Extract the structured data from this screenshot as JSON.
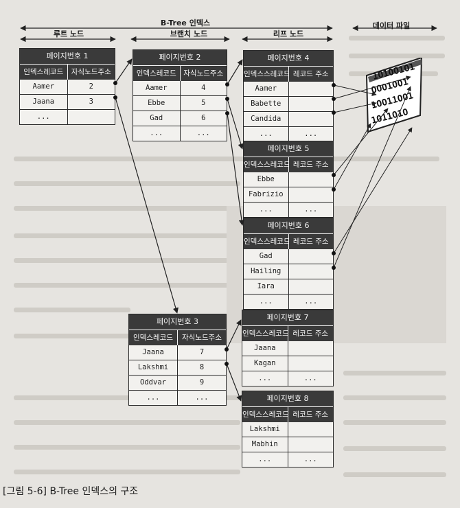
{
  "ranges": {
    "btree_index": "B-Tree 인덱스",
    "root_node": "루트 노드",
    "branch_node": "브랜치 노드",
    "leaf_node": "리프 노드",
    "data_file": "데이터 파일"
  },
  "root": {
    "title": "페이지번호 1",
    "col_key": "인덱스레코드",
    "col_ptr": "자식노드주소",
    "rows": [
      {
        "key": "Aamer",
        "ptr": "2"
      },
      {
        "key": "Jaana",
        "ptr": "3"
      },
      {
        "key": "...",
        "ptr": ""
      }
    ]
  },
  "branch2": {
    "title": "페이지번호 2",
    "col_key": "인덱스레코드",
    "col_ptr": "자식노드주소",
    "rows": [
      {
        "key": "Aamer",
        "ptr": "4"
      },
      {
        "key": "Ebbe",
        "ptr": "5"
      },
      {
        "key": "Gad",
        "ptr": "6"
      },
      {
        "key": "...",
        "ptr": "..."
      }
    ]
  },
  "branch3": {
    "title": "페이지번호 3",
    "col_key": "인덱스레코드",
    "col_ptr": "자식노드주소",
    "rows": [
      {
        "key": "Jaana",
        "ptr": "7"
      },
      {
        "key": "Lakshmi",
        "ptr": "8"
      },
      {
        "key": "Oddvar",
        "ptr": "9"
      },
      {
        "key": "...",
        "ptr": "..."
      }
    ]
  },
  "leaf4": {
    "title": "페이지번호 4",
    "col_key": "인덱스스레코드",
    "col_ptr": "레코드 주소",
    "rows": [
      {
        "key": "Aamer",
        "ptr": ""
      },
      {
        "key": "Babette",
        "ptr": ""
      },
      {
        "key": "Candida",
        "ptr": ""
      },
      {
        "key": "...",
        "ptr": "..."
      }
    ]
  },
  "leaf5": {
    "title": "페이지번호 5",
    "col_key": "인덱스스레코드",
    "col_ptr": "레코드 주소",
    "rows": [
      {
        "key": "Ebbe",
        "ptr": ""
      },
      {
        "key": "Fabrizio",
        "ptr": ""
      },
      {
        "key": "...",
        "ptr": "..."
      }
    ]
  },
  "leaf6": {
    "title": "페이지번호 6",
    "col_key": "인덱스스레코드",
    "col_ptr": "레코드 주소",
    "rows": [
      {
        "key": "Gad",
        "ptr": ""
      },
      {
        "key": "Hailing",
        "ptr": ""
      },
      {
        "key": "Iara",
        "ptr": ""
      },
      {
        "key": "...",
        "ptr": "..."
      }
    ]
  },
  "leaf7": {
    "title": "페이지번호 7",
    "col_key": "인덱스스레코드",
    "col_ptr": "레코드 주소",
    "rows": [
      {
        "key": "Jaana",
        "ptr": ""
      },
      {
        "key": "Kagan",
        "ptr": ""
      },
      {
        "key": "...",
        "ptr": "..."
      }
    ]
  },
  "leaf8": {
    "title": "페이지번호 8",
    "col_key": "인덱스스레코드",
    "col_ptr": "레코드 주소",
    "rows": [
      {
        "key": "Lakshmi",
        "ptr": ""
      },
      {
        "key": "Mabhin",
        "ptr": ""
      },
      {
        "key": "...",
        "ptr": "..."
      }
    ]
  },
  "datafile": {
    "lines": [
      "1O1OO1O1",
      "OOO1OO1",
      "1OO11OO1",
      "1O11O1O"
    ]
  },
  "caption": "[그림 5-6] B-Tree 인덱스의 구조"
}
